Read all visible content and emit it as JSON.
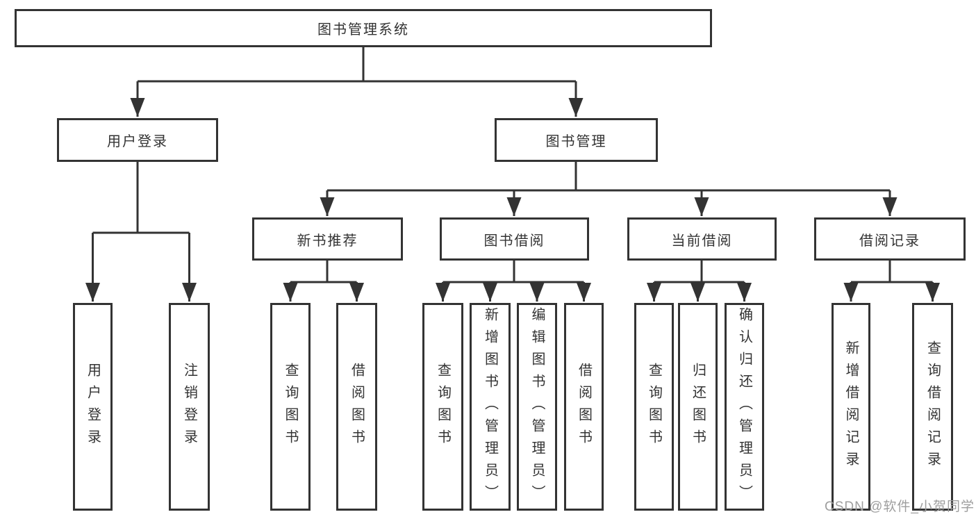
{
  "diagram": {
    "title_hint": "library-management-system-function-tree",
    "root": {
      "label": "图书管理系统"
    },
    "branches": [
      {
        "label": "用户登录",
        "children": [
          {
            "label": "用户登录"
          },
          {
            "label": "注销登录"
          }
        ]
      },
      {
        "label": "图书管理",
        "children": [
          {
            "label": "新书推荐",
            "children": [
              {
                "label": "查询图书"
              },
              {
                "label": "借阅图书"
              }
            ]
          },
          {
            "label": "图书借阅",
            "children": [
              {
                "label": "查询图书"
              },
              {
                "label": "新增图书（管理员）"
              },
              {
                "label": "编辑图书（管理员）"
              },
              {
                "label": "借阅图书"
              }
            ]
          },
          {
            "label": "当前借阅",
            "children": [
              {
                "label": "查询图书"
              },
              {
                "label": "归还图书"
              },
              {
                "label": "确认归还（管理员）"
              }
            ]
          },
          {
            "label": "借阅记录",
            "children": [
              {
                "label": "新增借阅记录"
              },
              {
                "label": "查询借阅记录"
              }
            ]
          }
        ]
      }
    ]
  },
  "watermark": {
    "text": "CSDN @软件_小贺同学"
  },
  "colors": {
    "line": "#333333",
    "text": "#333333",
    "watermark": "#9e9e9e",
    "background": "#ffffff"
  }
}
